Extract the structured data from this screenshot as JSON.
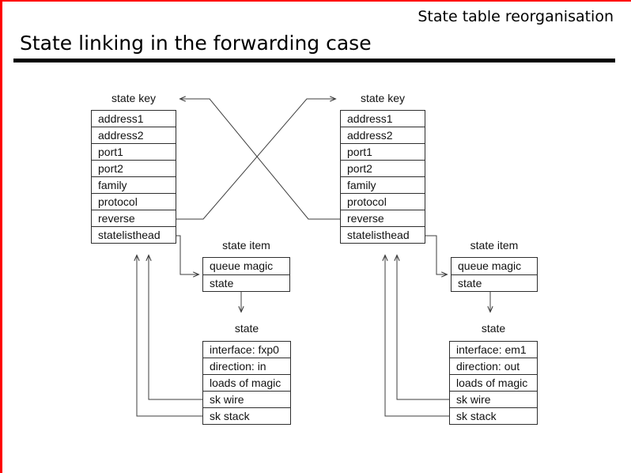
{
  "page": {
    "header_note": "State table reorganisation",
    "title": "State linking in the forwarding case",
    "accent_color": "#ff0000",
    "line_color": "#3d3d3d"
  },
  "diagram": {
    "left_key": {
      "label": "state key",
      "rows": [
        "address1",
        "address2",
        "port1",
        "port2",
        "family",
        "protocol",
        "reverse",
        "statelisthead"
      ]
    },
    "right_key": {
      "label": "state key",
      "rows": [
        "address1",
        "address2",
        "port1",
        "port2",
        "family",
        "protocol",
        "reverse",
        "statelisthead"
      ]
    },
    "left_item": {
      "label": "state item",
      "rows": [
        "queue magic",
        "state"
      ]
    },
    "right_item": {
      "label": "state item",
      "rows": [
        "queue magic",
        "state"
      ]
    },
    "left_state": {
      "label": "state",
      "rows": [
        "interface: fxp0",
        "direction: in",
        "loads of magic",
        "sk wire",
        "sk stack"
      ]
    },
    "right_state": {
      "label": "state",
      "rows": [
        "interface: em1",
        "direction: out",
        "loads of magic",
        "sk wire",
        "sk stack"
      ]
    }
  }
}
